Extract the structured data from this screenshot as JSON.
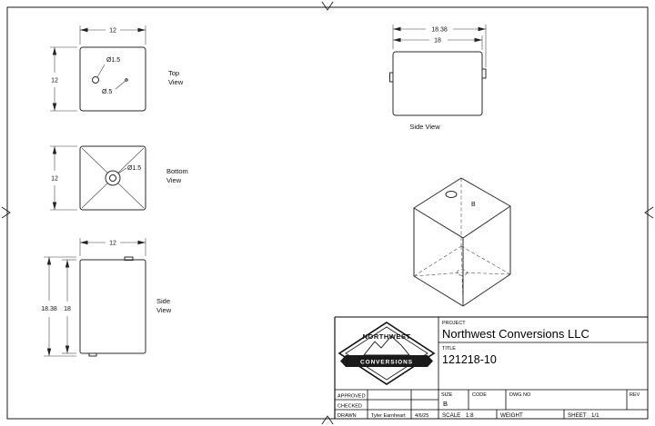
{
  "views": {
    "top": {
      "label_line1": "Top",
      "label_line2": "View",
      "dim_width": "12",
      "dim_height": "12",
      "hole_large": "Ø1.5",
      "hole_small": "Ø.5"
    },
    "bottom": {
      "label_line1": "Bottom",
      "label_line2": "View",
      "dim_height": "12",
      "hole": "Ø1.5"
    },
    "side_left": {
      "label_line1": "Side",
      "label_line2": "View",
      "dim_width": "12",
      "dim_total_height": "18.38",
      "dim_height": "18"
    },
    "side_right": {
      "label": "Side View",
      "dim_total_width": "18.38",
      "dim_width": "18"
    },
    "iso": {
      "marker": "B"
    }
  },
  "title_block": {
    "project_label": "PROJECT",
    "project_value": "Northwest Conversions LLC",
    "title_label": "TITLE",
    "title_value": "121218-10",
    "approved_label": "APPROVED",
    "checked_label": "CHECKED",
    "drawn_label": "DRAWN",
    "drawn_name": "Tyler Earnheart",
    "drawn_date": "4/6/25",
    "size_label": "SIZE",
    "size_value": "B",
    "code_label": "CODE",
    "dwg_no_label": "DWG NO",
    "rev_label": "REV",
    "scale_label": "SCALE",
    "scale_value": "1:8",
    "weight_label": "WEIGHT",
    "sheet_label": "SHEET",
    "sheet_value": "1/1",
    "logo": {
      "name_top": "NORTHWEST",
      "name_banner": "CONVERSIONS"
    }
  },
  "colors": {
    "line": "#1a1a1a",
    "banner": "#1a1a1a",
    "paper": "#ffffff"
  }
}
